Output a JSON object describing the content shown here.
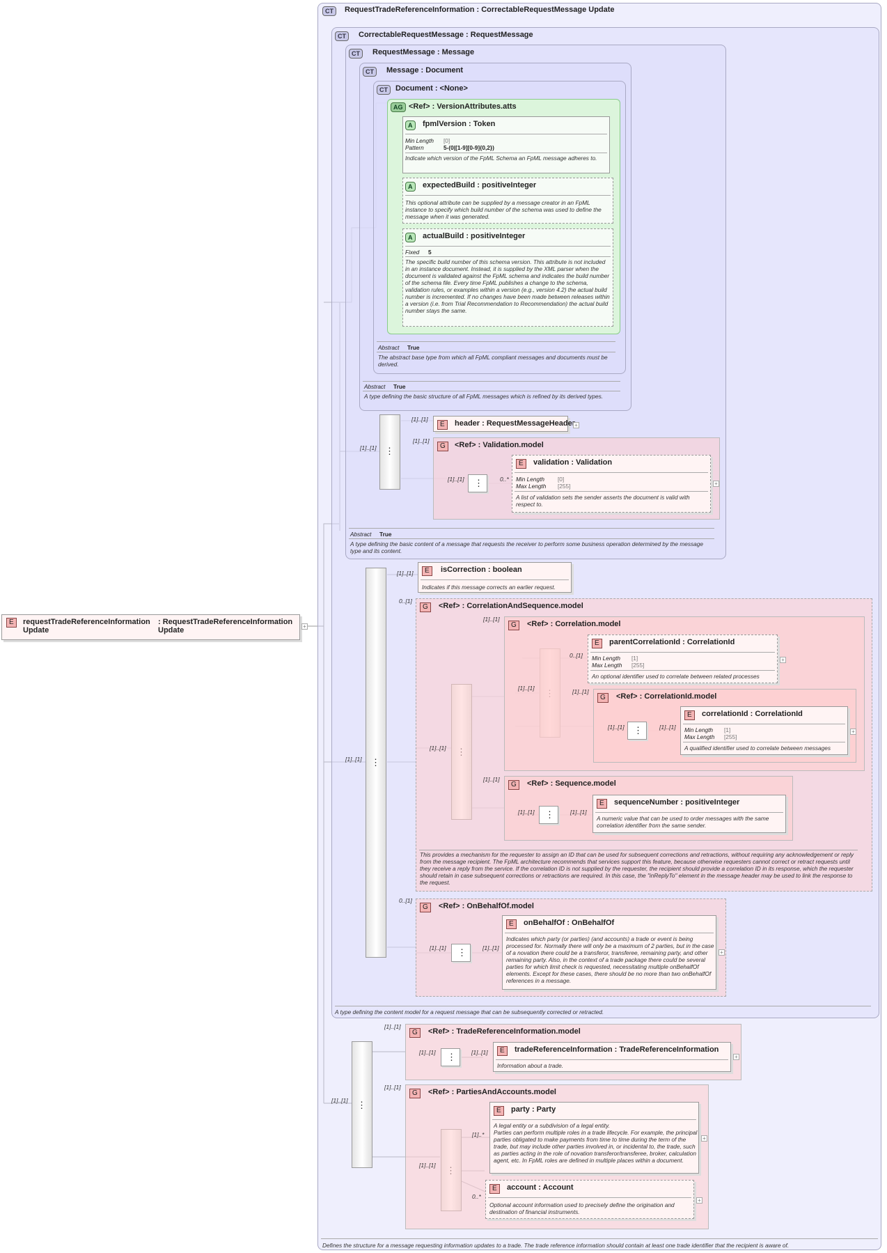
{
  "root": {
    "title": "RequestTradeReferenceInformation : CorrectableRequestMessage Update",
    "badge": "CT",
    "doc": "Defines the structure for a message requesting information updates to a trade. The trade reference information should contain at least one trade identifier that the recipient is aware of."
  },
  "root_element": {
    "badge": "E",
    "name": "requestTradeReferenceInformation Update",
    "type": ": RequestTradeReferenceInformation Update"
  },
  "correctable": {
    "title": "CorrectableRequestMessage : RequestMessage",
    "doc": "A type defining the content model for a request message that can be subsequently corrected or retracted."
  },
  "request_message": {
    "title": "RequestMessage : Message",
    "abstract_label": "Abstract",
    "abstract_value": "True",
    "doc": "A type defining the basic content of a message that requests the receiver to perform some business operation determined by the message type and its content."
  },
  "message": {
    "title": "Message : Document",
    "abstract_label": "Abstract",
    "abstract_value": "True",
    "doc": "A type defining the basic structure of all FpML messages which is refined by its derived types."
  },
  "document": {
    "title": "Document : <None>",
    "abstract_label": "Abstract",
    "abstract_value": "True",
    "doc": "The abstract base type from which all FpML compliant messages and documents must be derived."
  },
  "version_atts": {
    "badge": "AG",
    "title": "<Ref>      : VersionAttributes.atts"
  },
  "fpml_version": {
    "badge": "A",
    "title": "fpmlVersion : Token",
    "p1": "Min Length",
    "v1": "[0]",
    "p2": "Pattern",
    "v2": "5-(0|[1-9][0-9]{0,2})",
    "doc": "Indicate which version of the FpML Schema an FpML message adheres to."
  },
  "expected_build": {
    "badge": "A",
    "title": "expectedBuild : positiveInteger",
    "doc": "This optional attribute can be supplied by a message creator in an FpML instance to specify which build number of the schema was used to define the message when it was generated."
  },
  "actual_build": {
    "badge": "A",
    "title": "actualBuild : positiveInteger",
    "p1": "Fixed",
    "v1": "5",
    "doc": "The specific build number of this schema version. This attribute is not included in an instance document. Instead, it is supplied by the XML parser when the document is validated against the FpML schema and indicates the build number of the schema file. Every time FpML publishes a change to the schema, validation rules, or examples within a version (e.g., version 4.2) the actual build number is incremented. If no changes have been made between releases within a version (i.e. from Trial Recommendation to Recommendation) the actual build number stays the same."
  },
  "header": {
    "badge": "E",
    "title": "header     : RequestMessageHeader",
    "mult": "[1]..[1]"
  },
  "validation_model": {
    "badge": "G",
    "title": "<Ref>      : Validation.model",
    "mult": "[1]..[1]"
  },
  "validation": {
    "badge": "E",
    "title": "validation : Validation",
    "p1": "Min Length",
    "v1": "[0]",
    "p2": "Max Length",
    "v2": "[255]",
    "doc": "A list of validation sets the sender asserts the document is valid with respect to.",
    "mult": "0..*"
  },
  "is_correction": {
    "badge": "E",
    "title": "isCorrection : boolean",
    "doc": "Indicates if this message corrects an earlier request.",
    "mult": "[1]..[1]"
  },
  "corr_seq_model": {
    "badge": "G",
    "title": "<Ref>      : CorrelationAndSequence.model",
    "mult": "0..[1]",
    "doc": "This provides a mechanism for the requester to assign an ID that can be used for subsequent corrections and retractions, without requiring any acknowledgement or reply from the message recipient. The FpML architecture recommends that services support this feature, because otherwise requesters cannot correct or retract requests until they receive a reply from the service. If the correlation ID is not supplied by the requester, the recipient should provide a correlation ID in its response, which the requester should retain in case subsequent corrections or retractions are required. In this case, the \"inReplyTo\" element in the message header may be used to link the response to the request."
  },
  "correlation_model": {
    "badge": "G",
    "title": "<Ref>      : Correlation.model",
    "mult": "[1]..[1]"
  },
  "parent_corr": {
    "badge": "E",
    "title": "parentCorrelationId : CorrelationId",
    "p1": "Min Length",
    "v1": "[1]",
    "p2": "Max Length",
    "v2": "[255]",
    "doc": "An optional identifier used to correlate between related processes",
    "mult": "0..[1]"
  },
  "corr_id_model": {
    "badge": "G",
    "title": "<Ref>      : CorrelationId.model",
    "mult": "[1]..[1]"
  },
  "corr_id": {
    "badge": "E",
    "title": "correlationId : CorrelationId",
    "p1": "Min Length",
    "v1": "[1]",
    "p2": "Max Length",
    "v2": "[255]",
    "doc": "A qualified identifier used to correlate between messages",
    "mult": "[1]..[1]"
  },
  "sequence_model": {
    "badge": "G",
    "title": "<Ref>      : Sequence.model",
    "mult": "[1]..[1]"
  },
  "seq_number": {
    "badge": "E",
    "title": "sequenceNumber : positiveInteger",
    "doc": "A numeric value that can be used to order messages with the same correlation identifier from the same sender.",
    "mult": "[1]..[1]"
  },
  "on_behalf_model": {
    "badge": "G",
    "title": "<Ref>      : OnBehalfOf.model",
    "mult": "0..[1]"
  },
  "on_behalf": {
    "badge": "E",
    "title": "onBehalfOf : OnBehalfOf",
    "doc": "Indicates which party (or parties) (and accounts) a trade or event is being processed for. Normally there will only be a maximum of 2 parties, but in the case of a novation there could be a transferor, transferee, remaining party, and other remaining party. Also, in the context of a trade package there could be several parties for which limit check is requested, necessitating multiple onBehalfOf elements. Except for these cases, there should be no more than two onBehalfOf references in a message.",
    "mult": "[1]..[1]"
  },
  "trade_ref_model": {
    "badge": "G",
    "title": "<Ref>      : TradeReferenceInformation.model",
    "mult": "[1]..[1]"
  },
  "trade_ref": {
    "badge": "E",
    "title": "tradeReferenceInformation : TradeReferenceInformation",
    "doc": "Information about a trade.",
    "mult": "[1]..[1]"
  },
  "parties_model": {
    "badge": "G",
    "title": "<Ref>      : PartiesAndAccounts.model",
    "mult": "[1]..[1]"
  },
  "party": {
    "badge": "E",
    "title": "party       : Party",
    "doc": "A legal entity or a subdivision of a legal entity.\nParties can perform multiple roles in a trade lifecycle. For example, the principal parties obligated to make payments from time to time during the term of the trade, but may include other parties involved in, or incidental to, the trade, such as parties acting in the role of novation transferor/transferee, broker, calculation agent, etc. In FpML roles are defined in multiple places within a document.",
    "mult": "[1]..*"
  },
  "account": {
    "badge": "E",
    "title": "account  : Account",
    "doc": "Optional account information used to precisely define the origination and destination of financial instruments.",
    "mult": "0..*"
  },
  "seq_mults": {
    "rm_seq": "[1]..[1]",
    "main_seq": "[1]..[1]",
    "corr_seq": "[1]..[1]",
    "onb_seq": "[1]..[1]",
    "tr_seq": "[1]..[1]",
    "pa_seq": "[1]..[1]",
    "pa_inner": "[1]..[1]",
    "corr_inner": "[1]..[1]",
    "cid_inner": "[1]..[1]",
    "sq_inner": "[1]..[1]",
    "val_inner": "[1]..[1]"
  }
}
